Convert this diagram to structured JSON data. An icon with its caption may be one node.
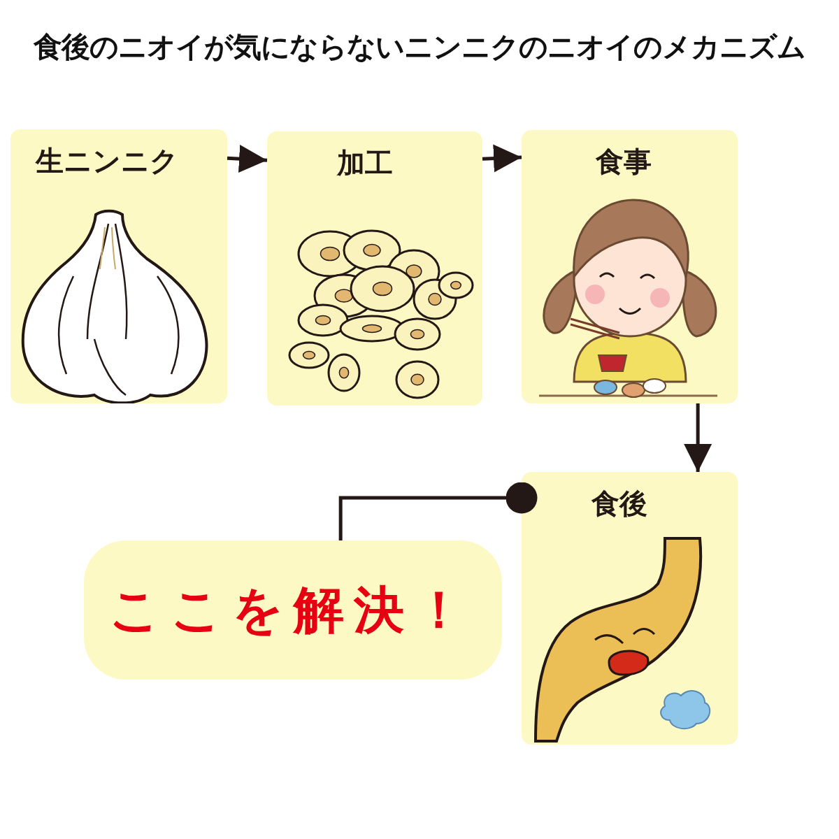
{
  "diagram": {
    "title": "食後のニオイが気にならないニンニクのニオイのメカニズム",
    "nodes": [
      {
        "text": [
          "生ニンニク"
        ]
      },
      {
        "text": [
          "加工"
        ]
      },
      {
        "text": [
          "食事"
        ]
      },
      {
        "text": [
          "食後"
        ]
      },
      {
        "text": [
          "ここを解決！"
        ]
      }
    ],
    "edges": [
      {
        "from": 0,
        "to": 1,
        "arrow": "to"
      },
      {
        "from": 1,
        "to": 2,
        "arrow": "to"
      },
      {
        "from": 2,
        "to": 3,
        "arrow": "to"
      },
      {
        "from": 3,
        "to": 4,
        "arrow": "other"
      }
    ]
  }
}
